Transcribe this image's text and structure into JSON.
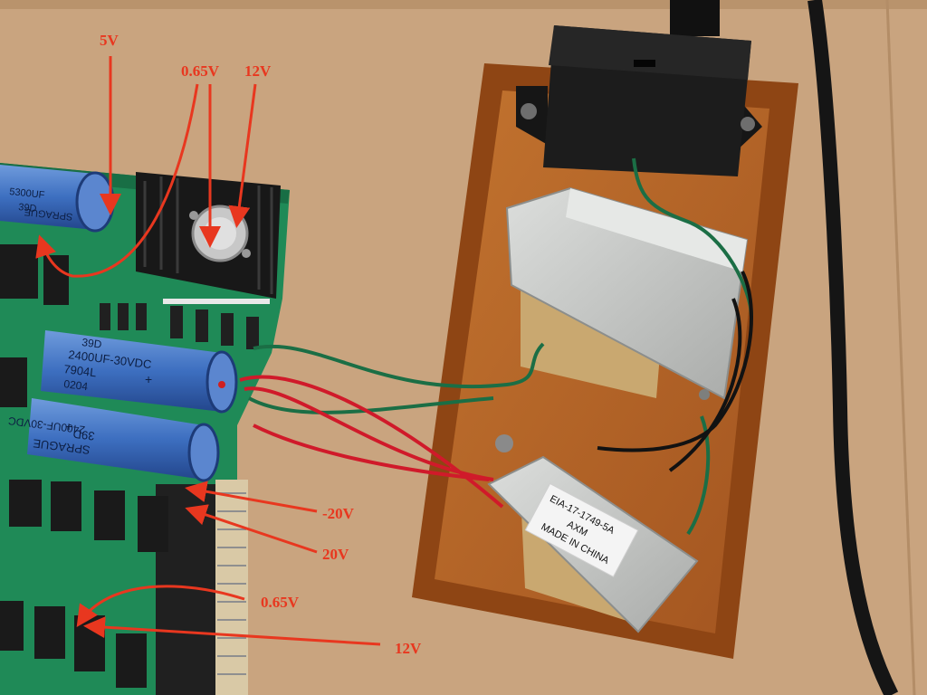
{
  "photo": {
    "colors": {
      "cardboard": "#c9a47f",
      "pcb": "#1f8a57",
      "wood": "#b5642a",
      "transformer_case": "#c4c6c4",
      "annotation": "#e8371f"
    }
  },
  "annotations": {
    "v5": "5V",
    "v065_top": "0.65V",
    "v12_top": "12V",
    "vneg20": "-20V",
    "v20": "20V",
    "v065_bottom": "0.65V",
    "v12_bottom": "12V"
  },
  "printed_text": {
    "cap_top_left": [
      "5300UF",
      "39D",
      "SPRAGUE"
    ],
    "cap_middle": [
      "39D",
      "2400UF-30VDC",
      "7904L",
      "0204",
      "+"
    ],
    "cap_lower": [
      "2400UF-30VDC",
      "39D",
      "SPRAGUE",
      "+"
    ],
    "transformer_label": [
      "EIA-17-1749-5A",
      "AXM",
      "MADE IN CHINA"
    ]
  },
  "icons": [
    "screw-icon"
  ]
}
